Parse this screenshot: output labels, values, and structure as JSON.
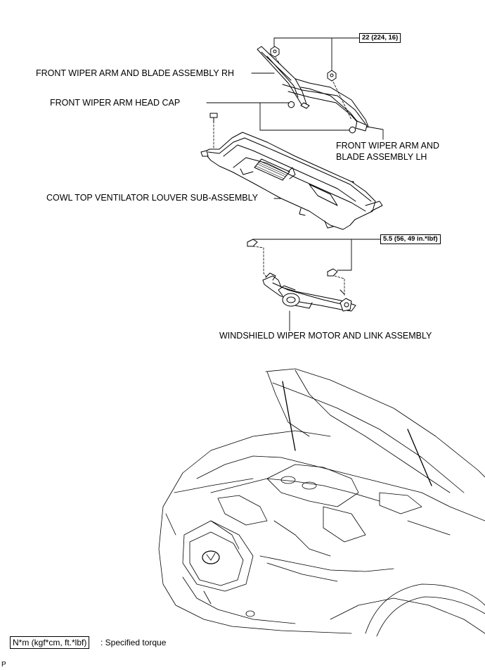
{
  "labels": {
    "torque_top": "22 (224, 16)",
    "front_wiper_rh": "FRONT WIPER ARM AND BLADE ASSEMBLY RH",
    "head_cap": "FRONT WIPER ARM HEAD CAP",
    "front_wiper_lh_line1": "FRONT WIPER ARM AND",
    "front_wiper_lh_line2": "BLADE ASSEMBLY LH",
    "cowl_louver": "COWL TOP VENTILATOR LOUVER SUB-ASSEMBLY",
    "torque_mid": "5.5 (56, 49 in.*lbf)",
    "wiper_motor": "WINDSHIELD WIPER MOTOR AND LINK ASSEMBLY"
  },
  "legend": {
    "unit_box": "N*m (kgf*cm, ft.*lbf)",
    "description": ": Specified torque"
  },
  "corner_mark": "P"
}
